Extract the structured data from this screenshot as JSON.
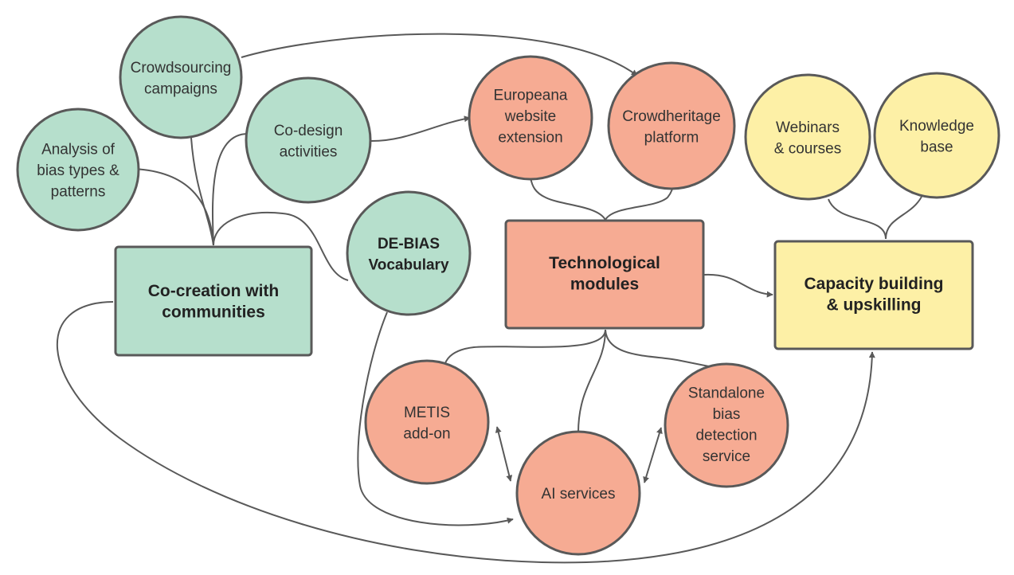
{
  "nodes": {
    "co_creation": {
      "lines": [
        "Co-creation with",
        "communities"
      ]
    },
    "crowdsourcing": {
      "lines": [
        "Crowdsourcing",
        "campaigns"
      ]
    },
    "analysis": {
      "lines": [
        "Analysis of",
        "bias types &",
        "patterns"
      ]
    },
    "codesign": {
      "lines": [
        "Co-design",
        "activities"
      ]
    },
    "debias": {
      "lines": [
        "DE-BIAS",
        "Vocabulary"
      ]
    },
    "europeana": {
      "lines": [
        "Europeana",
        "website",
        "extension"
      ]
    },
    "crowdheritage": {
      "lines": [
        "Crowdheritage",
        "platform"
      ]
    },
    "tech": {
      "lines": [
        "Technological",
        "modules"
      ]
    },
    "webinars": {
      "lines": [
        "Webinars",
        "& courses"
      ]
    },
    "knowledge": {
      "lines": [
        "Knowledge",
        "base"
      ]
    },
    "capacity": {
      "lines": [
        "Capacity building",
        "& upskilling"
      ]
    },
    "metis": {
      "lines": [
        "METIS",
        "add-on"
      ]
    },
    "ai": {
      "lines": [
        "AI services"
      ]
    },
    "standalone": {
      "lines": [
        "Standalone",
        "bias",
        "detection",
        "service"
      ]
    }
  },
  "colors": {
    "green": "#b6dfcc",
    "red": "#f6ab93",
    "yellow": "#fdf0a6",
    "stroke": "#595959"
  }
}
